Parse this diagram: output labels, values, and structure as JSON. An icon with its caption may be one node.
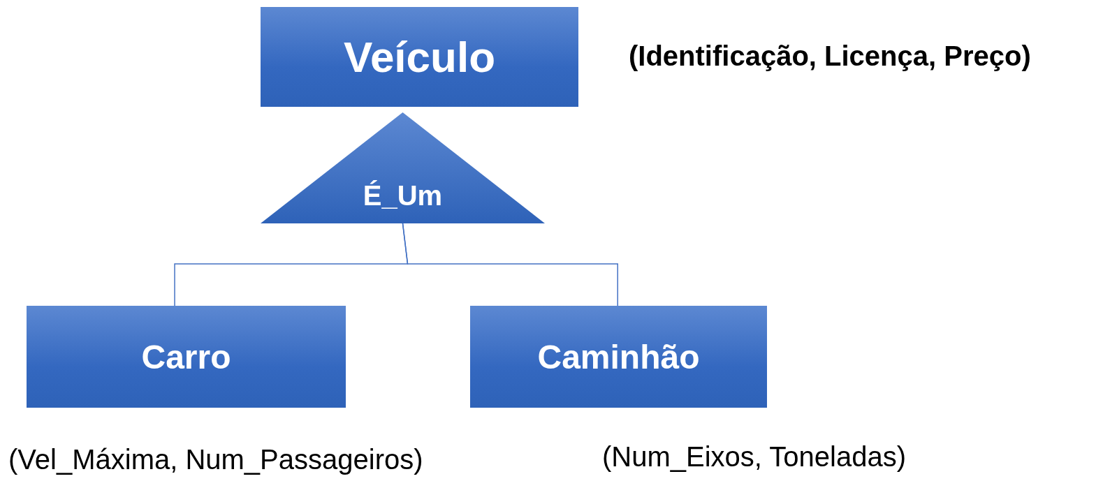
{
  "diagram": {
    "nodes": [
      {
        "text": [
          "Veículo"
        ],
        "beside": [
          "(Identificação, Licença, Preço)"
        ]
      },
      {
        "text": [
          "É_Um"
        ]
      },
      {
        "text": [
          "Carro"
        ],
        "beside": [
          "(Vel_Máxima, Num_Passageiros)"
        ]
      },
      {
        "text": [
          "Caminhão"
        ],
        "beside": [
          "(Num_Eixos, Toneladas)"
        ]
      }
    ],
    "edges": [
      {
        "from": 1,
        "to": 2,
        "arrow": "none"
      },
      {
        "from": 1,
        "to": 3,
        "arrow": "none"
      }
    ]
  }
}
